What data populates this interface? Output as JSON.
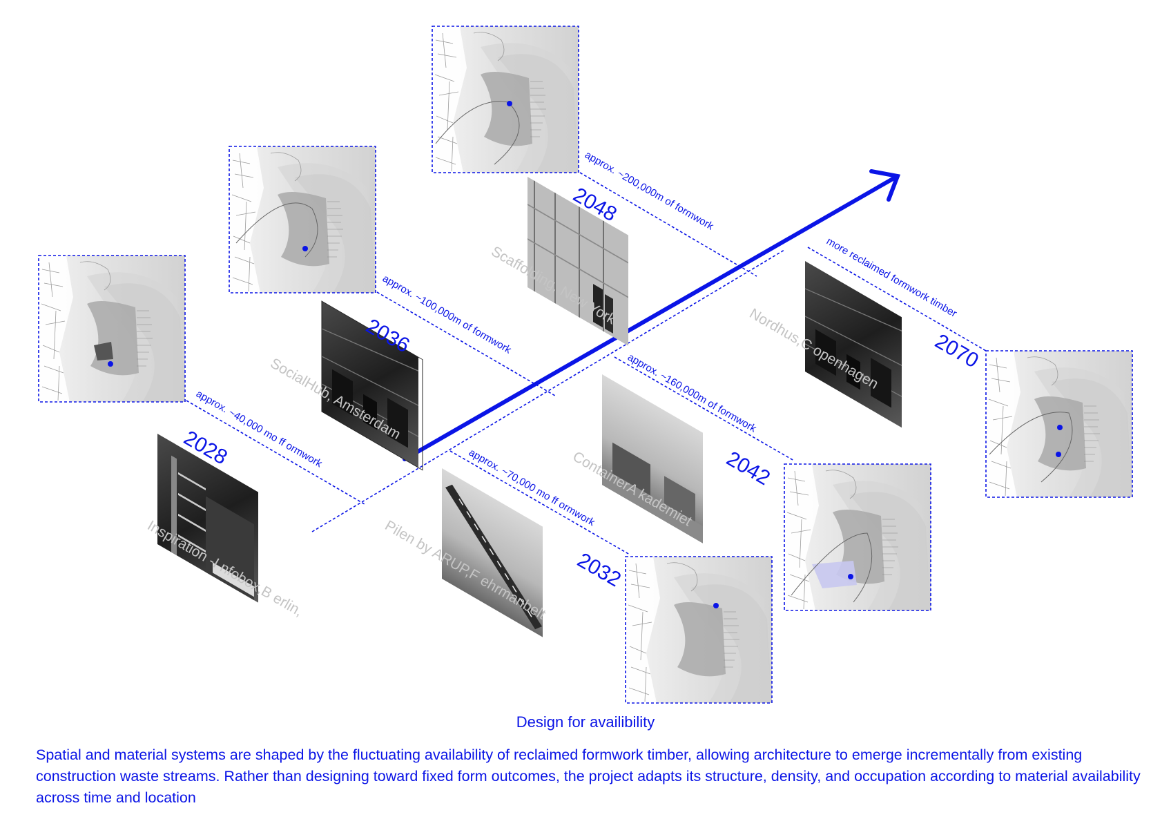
{
  "accent_color": "#0a14e6",
  "caption": "Design for availibility",
  "description": "Spatial and material systems are shaped by the fluctuating availability of reclaimed formwork timber, allowing architecture to emerge incrementally from existing construction waste streams. Rather than designing toward fixed form outcomes, the project adapts its structure, density, and occupation according to material availability across time and location",
  "stages": [
    {
      "year": "2028",
      "amount": "approx. ~40,000 mo   ff ormwork",
      "photo": "Inspiration -I nfobox,B erlin,"
    },
    {
      "year": "2032",
      "amount": "approx. ~70,000 mo   ff ormwork",
      "photo": "Pilen by ARUP,F ehrmanbelt"
    },
    {
      "year": "2036",
      "amount": "approx. ~100,000m     of formwork",
      "photo": "SocialHub, Amsterdam"
    },
    {
      "year": "2042",
      "amount": "approx. ~160,000m     of formwork",
      "photo": "ContainerA kademiet"
    },
    {
      "year": "2048",
      "amount": "approx. ~200,000m     of formwork",
      "photo": "Scaffolding, New York"
    },
    {
      "year": "2070",
      "amount": "more reclaimed formwork timber",
      "photo": "Nordhus,C openhagen"
    }
  ]
}
